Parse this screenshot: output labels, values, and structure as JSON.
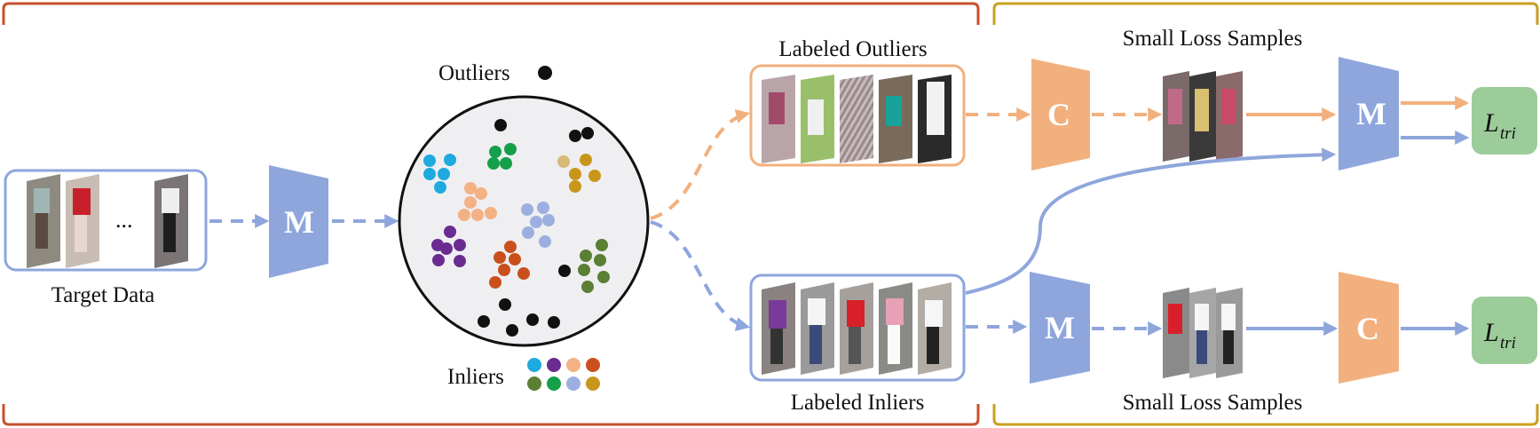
{
  "labels": {
    "target_data": "Target Data",
    "outliers": "Outliers",
    "inliers": "Inliers",
    "labeled_outliers": "Labeled Outliers",
    "labeled_inliers": "Labeled Inliers",
    "small_loss_top": "Small Loss Samples",
    "small_loss_bottom": "Small Loss Samples",
    "ellipsis": "..."
  },
  "blocks": {
    "model_main": "M",
    "model_top": "M",
    "model_bottom": "M",
    "classifier_top": "C",
    "classifier_bottom": "C",
    "loss_top": "L",
    "loss_top_sub": "tri",
    "loss_bottom": "L",
    "loss_bottom_sub": "tri"
  },
  "colors": {
    "orange_brace": "#c8502a",
    "gold_brace": "#c9a020",
    "model_blue": "#8ea6dc",
    "classifier_orange": "#f2b07e",
    "loss_green": "#9ccc9a",
    "box_blue": "#8ea6dc",
    "box_orange": "#f2b07e",
    "cluster_colors": [
      "#1eaadf",
      "#6a2c91",
      "#f4b183",
      "#c9501d",
      "#5a7f35",
      "#14a04a",
      "#9daee0",
      "#c8961c"
    ],
    "outlier_dot": "#111111"
  }
}
